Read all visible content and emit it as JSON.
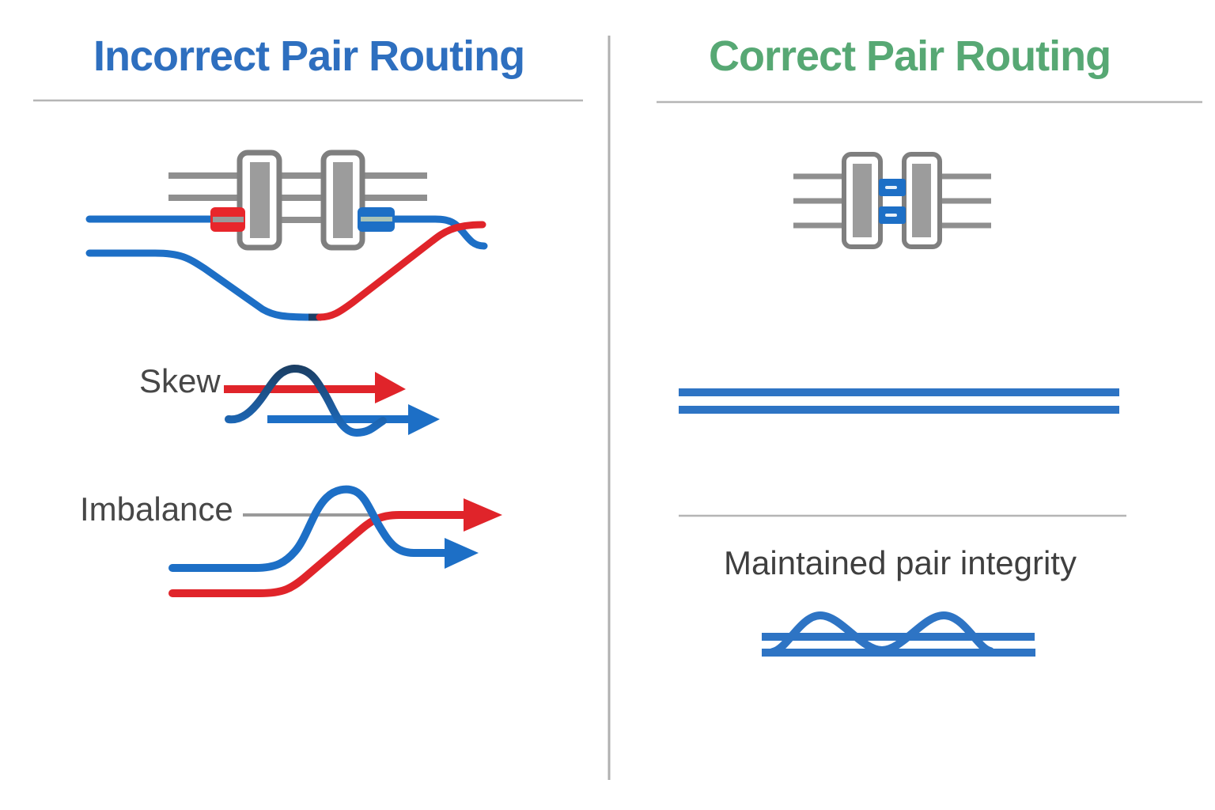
{
  "left_panel": {
    "title": "Incorrect Pair Routing",
    "title_color": "#2e6fbf",
    "skew_label": "Skew",
    "imbalance_label": "Imbalance"
  },
  "right_panel": {
    "title": "Correct Pair Routing",
    "title_color": "#57a874",
    "caption": "Maintained pair integrity"
  },
  "colors": {
    "wire_blue": "#1d6fc6",
    "wire_red": "#e0242a",
    "wave_navy": "#1b3e63",
    "pair_blue": "#2e74c4",
    "trace_gray": "#8f8f8f",
    "connector_stroke": "#7f7f7f",
    "connector_fill": "#9c9c9c",
    "divider_gray": "#b5b5b5",
    "label_gray": "#474747"
  },
  "illustrations": {
    "left": [
      "swapped-pair-through-connectors",
      "skew-arrows",
      "imbalance-arrows"
    ],
    "right": [
      "pair-through-connectors",
      "parallel-pair-traces",
      "maintained-pair-wave"
    ]
  }
}
